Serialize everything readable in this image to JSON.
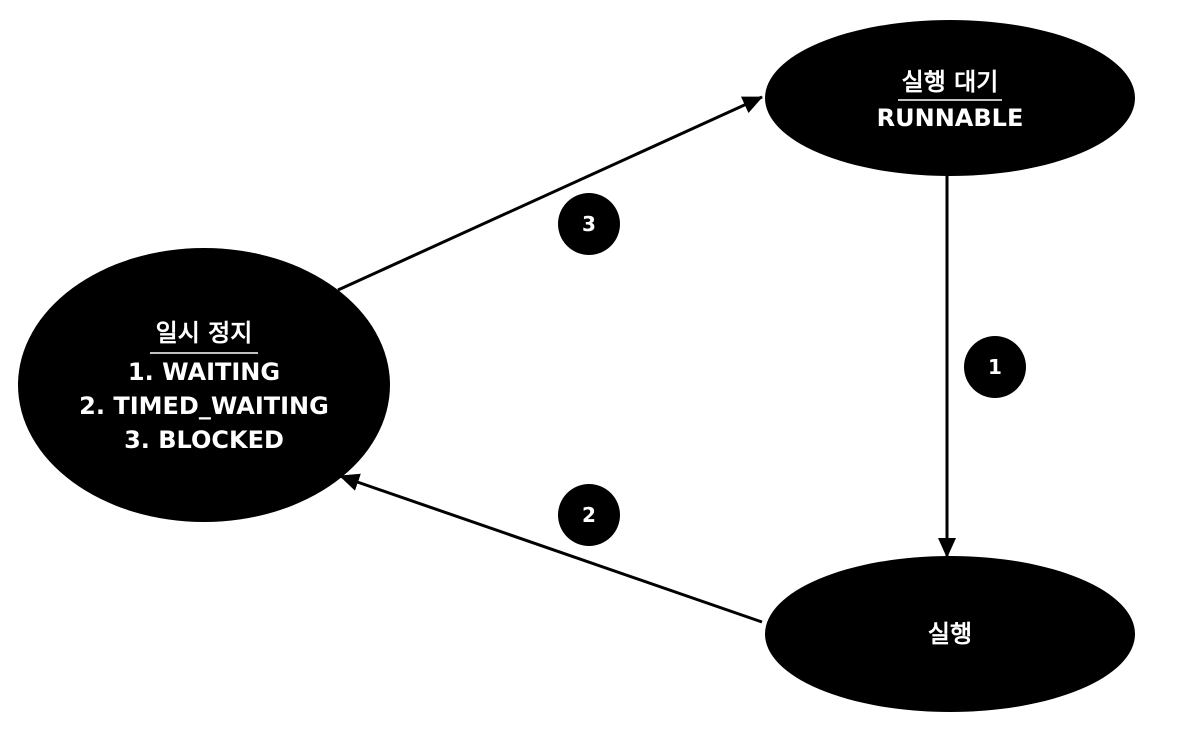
{
  "colors": {
    "node_fill": "#000000",
    "node_text": "#ffffff",
    "edge": "#000000",
    "background": "#ffffff"
  },
  "nodes": {
    "runnable": {
      "title": "실행 대기",
      "subtitle": "RUNNABLE"
    },
    "running": {
      "title": "실행"
    },
    "paused": {
      "title": "일시 정지",
      "lines": [
        "1. WAITING",
        "2. TIMED_WAITING",
        "3. BLOCKED"
      ]
    }
  },
  "edges": [
    {
      "from": "runnable",
      "to": "running",
      "label": "1"
    },
    {
      "from": "running",
      "to": "paused",
      "label": "2"
    },
    {
      "from": "paused",
      "to": "runnable",
      "label": "3"
    }
  ]
}
